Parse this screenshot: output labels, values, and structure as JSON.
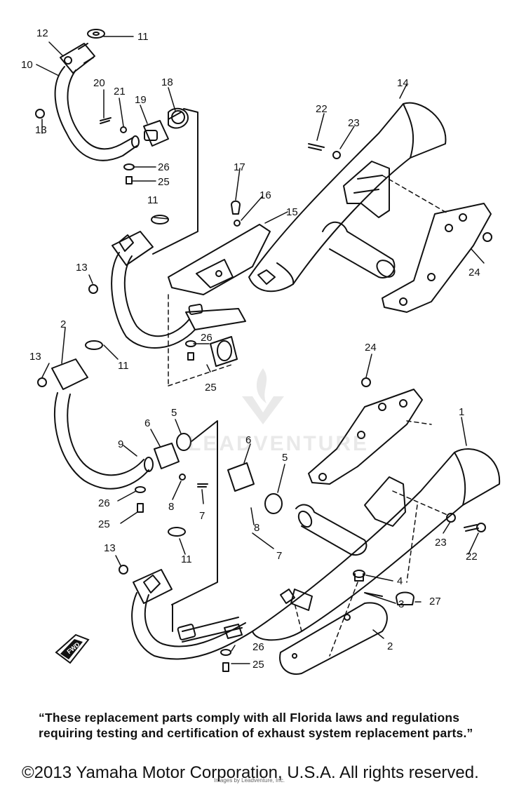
{
  "diagram": {
    "callouts": [
      {
        "id": "c1",
        "label": "11"
      },
      {
        "id": "c2",
        "label": "12"
      },
      {
        "id": "c3",
        "label": "10"
      },
      {
        "id": "c4",
        "label": "20"
      },
      {
        "id": "c5",
        "label": "21"
      },
      {
        "id": "c6",
        "label": "19"
      },
      {
        "id": "c7",
        "label": "18"
      },
      {
        "id": "c8",
        "label": "14"
      },
      {
        "id": "c9",
        "label": "22"
      },
      {
        "id": "c10",
        "label": "23"
      },
      {
        "id": "c11",
        "label": "13"
      },
      {
        "id": "c12",
        "label": "26"
      },
      {
        "id": "c13",
        "label": "25"
      },
      {
        "id": "c14",
        "label": "17"
      },
      {
        "id": "c15",
        "label": "16"
      },
      {
        "id": "c16",
        "label": "15"
      },
      {
        "id": "c17",
        "label": "11"
      },
      {
        "id": "c18",
        "label": "13"
      },
      {
        "id": "c19",
        "label": "24"
      },
      {
        "id": "c20",
        "label": "2"
      },
      {
        "id": "c21",
        "label": "26"
      },
      {
        "id": "c22",
        "label": "13"
      },
      {
        "id": "c23",
        "label": "11"
      },
      {
        "id": "c24",
        "label": "25"
      },
      {
        "id": "c25",
        "label": "24"
      },
      {
        "id": "c26",
        "label": "5"
      },
      {
        "id": "c27",
        "label": "6"
      },
      {
        "id": "c28",
        "label": "1"
      },
      {
        "id": "c29",
        "label": "9"
      },
      {
        "id": "c30",
        "label": "6"
      },
      {
        "id": "c31",
        "label": "5"
      },
      {
        "id": "c32",
        "label": "26"
      },
      {
        "id": "c33",
        "label": "8"
      },
      {
        "id": "c34",
        "label": "7"
      },
      {
        "id": "c35",
        "label": "8"
      },
      {
        "id": "c36",
        "label": "25"
      },
      {
        "id": "c37",
        "label": "7"
      },
      {
        "id": "c38",
        "label": "23"
      },
      {
        "id": "c39",
        "label": "22"
      },
      {
        "id": "c40",
        "label": "27"
      },
      {
        "id": "c41",
        "label": "13"
      },
      {
        "id": "c42",
        "label": "11"
      },
      {
        "id": "c43",
        "label": "4"
      },
      {
        "id": "c44",
        "label": "3"
      },
      {
        "id": "c45",
        "label": "2"
      },
      {
        "id": "c46",
        "label": "26"
      },
      {
        "id": "c47",
        "label": "25"
      }
    ],
    "watermark": "LEADVENTURE",
    "fwd_label": "FWD"
  },
  "notice": "“These replacement parts comply with all Florida laws and regulations requiring testing and certification of exhaust system replacement parts.”",
  "copyright": "©2013 Yamaha Motor Corporation, U.S.A. All rights reserved.",
  "watermark_small": "Images by Leadventure, Inc."
}
